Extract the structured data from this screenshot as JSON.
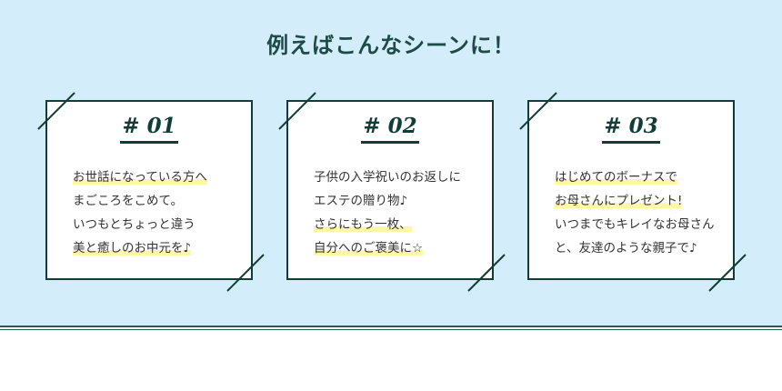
{
  "title": "例えばこんなシーンに！",
  "cards": [
    {
      "number": "# 01",
      "lines": [
        {
          "segments": [
            {
              "text": "お世話になっている方へ",
              "hl": true
            }
          ]
        },
        {
          "segments": [
            {
              "text": "まごころをこめて。",
              "hl": false
            }
          ]
        },
        {
          "segments": [
            {
              "text": "いつもとちょっと違う",
              "hl": false
            }
          ]
        },
        {
          "segments": [
            {
              "text": "美と癒しの",
              "hl": true
            },
            {
              "text": "お中元を♪",
              "hl": true
            }
          ]
        }
      ]
    },
    {
      "number": "# 02",
      "lines": [
        {
          "segments": [
            {
              "text": "子供の入学祝いのお返しに",
              "hl": false
            }
          ]
        },
        {
          "segments": [
            {
              "text": "エステの贈り物♪",
              "hl": false
            }
          ]
        },
        {
          "segments": [
            {
              "text": "さらにもう一枚、",
              "hl": true
            }
          ]
        },
        {
          "segments": [
            {
              "text": "自分へのご褒美に☆",
              "hl": true
            }
          ]
        }
      ]
    },
    {
      "number": "# 03",
      "lines": [
        {
          "segments": [
            {
              "text": "はじめてのボーナスで",
              "hl": true
            }
          ]
        },
        {
          "segments": [
            {
              "text": "お母さんにプレゼント!",
              "hl": true
            }
          ]
        },
        {
          "segments": [
            {
              "text": "いつまでもキレイなお母さん",
              "hl": false
            }
          ]
        },
        {
          "segments": [
            {
              "text": "と、友達のような親子で♪",
              "hl": false
            }
          ]
        }
      ]
    }
  ],
  "colors": {
    "background": "#d4edfa",
    "accent": "#123c36",
    "highlight": "#fff7a8"
  }
}
